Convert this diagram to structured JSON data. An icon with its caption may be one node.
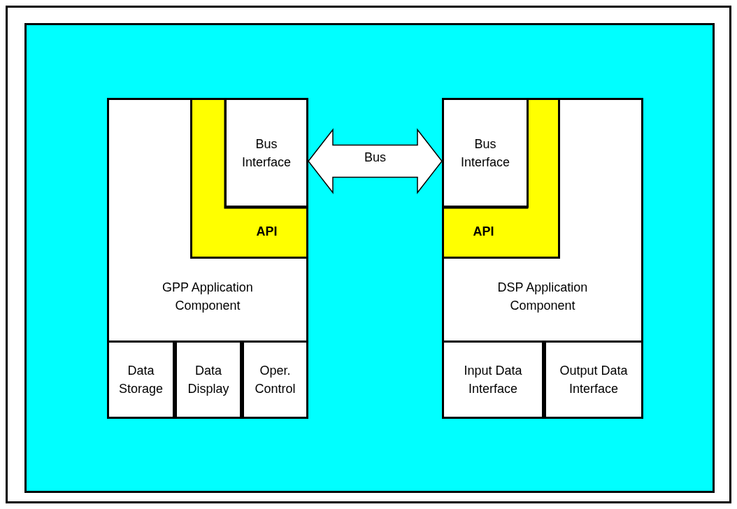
{
  "diagram": {
    "nodes": [
      {
        "text": [],
        "shape": "box"
      },
      {
        "text": [
          "GPP Application Component"
        ],
        "in": 0
      },
      {
        "text": [
          "Bus Interface"
        ],
        "in": 1
      },
      {
        "text": [
          "API"
        ],
        "in": 1
      },
      {
        "text": [
          "Data Storage"
        ],
        "in": 1
      },
      {
        "text": [
          "Data Display"
        ],
        "in": 1
      },
      {
        "text": [
          "Oper. Control"
        ],
        "in": 1
      },
      {
        "text": [
          "DSP Application Component"
        ],
        "in": 0
      },
      {
        "text": [
          "Bus Interface"
        ],
        "in": 7
      },
      {
        "text": [
          "API"
        ],
        "in": 7
      },
      {
        "text": [
          "Input Data Interface"
        ],
        "in": 7
      },
      {
        "text": [
          "Output Data Interface"
        ],
        "in": 7
      }
    ],
    "edges": [
      {
        "from": 2,
        "to": 8,
        "arrow": "both",
        "label": "Bus"
      }
    ]
  }
}
